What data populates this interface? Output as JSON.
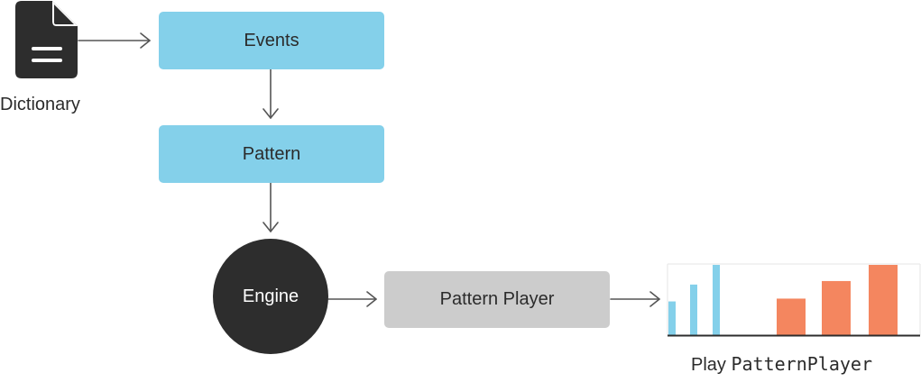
{
  "document": {
    "icon": "document-icon",
    "label": "Dictionary"
  },
  "nodes": {
    "events": "Events",
    "pattern": "Pattern",
    "engine": "Engine",
    "pattern_player": "Pattern Player"
  },
  "output": {
    "caption_prefix": "Play ",
    "caption_code": "PatternPlayer"
  },
  "colors": {
    "node_blue": "#84d0ea",
    "node_gray": "#cccccc",
    "engine_dark": "#2d2d2d",
    "bar_blue": "#84d0ea",
    "bar_orange": "#f4865f",
    "arrow": "#555555"
  },
  "waveform": {
    "transient_levels": [
      0.48,
      0.72,
      1.0
    ],
    "continuous_levels": [
      0.52,
      0.77,
      1.0
    ]
  }
}
